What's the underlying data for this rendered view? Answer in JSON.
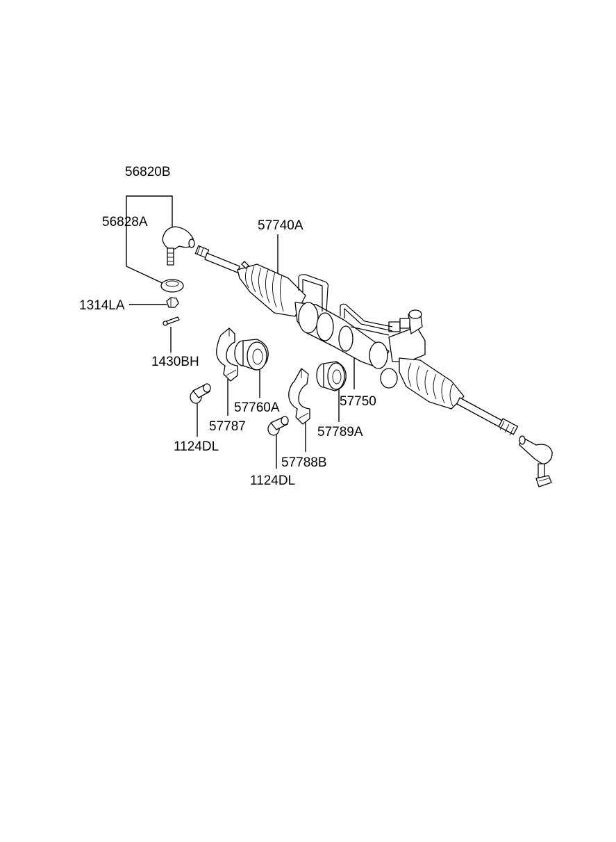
{
  "callouts": {
    "tie_rod_end_assy": "56820B",
    "tie_rod_end": "56828A",
    "gear_box_assy": "57740A",
    "nut": "1314LA",
    "split_pin": "1430BH",
    "bushing_left": "57760A",
    "clamp_left": "57787",
    "bolt_left": "1124DL",
    "bushing_right": "57789A",
    "clamp_right": "57788B",
    "bolt_right": "1124DL",
    "rack_part": "57750"
  }
}
